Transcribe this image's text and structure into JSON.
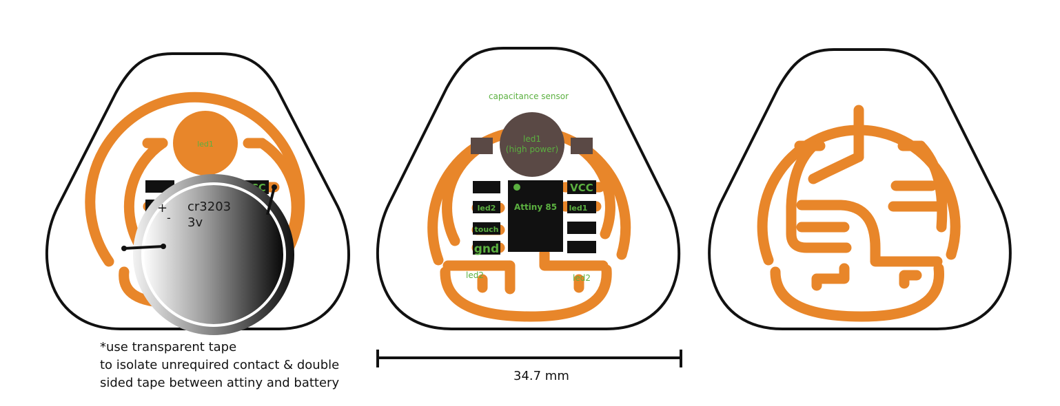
{
  "colors": {
    "trace": "#e8862a",
    "label": "#5bb040",
    "pad_dark": "#5a4945",
    "outline": "#111111"
  },
  "left_board": {
    "led_label": "led1",
    "vcc_label": "VCC",
    "plus_label": "+",
    "minus_label": "-",
    "battery_model": "cr3203",
    "battery_voltage": "3v"
  },
  "middle_board": {
    "sensor_label": "capacitance sensor",
    "led_label_line1": "led1",
    "led_label_line2": "(high power)",
    "chip_label": "Attiny 85",
    "pin_vcc": "VCC",
    "pin_led1": "led1",
    "pin_led2": "led2",
    "pin_touch": "touch",
    "pin_gnd": "gnd",
    "bottom_led2_left": "led2",
    "bottom_led2_right": "led2"
  },
  "note": {
    "line1": "*use transparent tape",
    "line2": "to isolate unrequired contact & double",
    "line3": "sided tape between attiny and battery"
  },
  "dimension": {
    "label": "34.7 mm"
  }
}
